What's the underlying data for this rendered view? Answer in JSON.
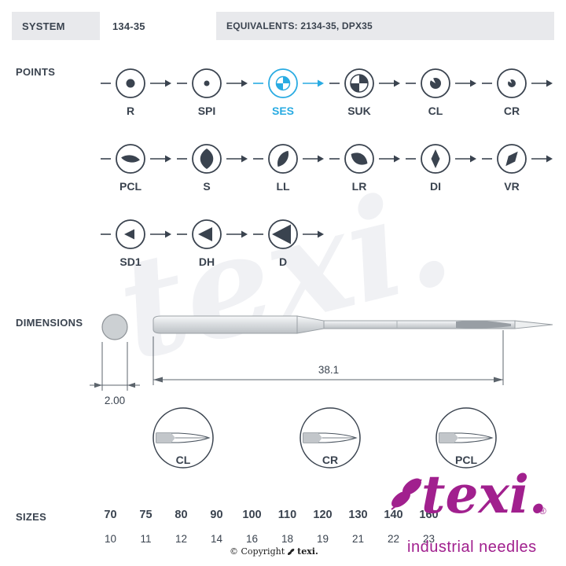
{
  "colors": {
    "accent": "#29abe2",
    "text": "#3a434f",
    "brand": "#a1208e",
    "header_bg": "#e8e9ec"
  },
  "watermark": "texi.",
  "header": {
    "system_label": "SYSTEM",
    "system_value": "134-35",
    "equivalents": "EQUIVALENTS: 2134-35, DPX35"
  },
  "points_section": {
    "title": "POINTS",
    "rows": [
      [
        {
          "label": "R",
          "shape": "dot-medium"
        },
        {
          "label": "SPI",
          "shape": "dot-small"
        },
        {
          "label": "SES",
          "shape": "ball-quartered",
          "highlight": true
        },
        {
          "label": "SUK",
          "shape": "ball-quartered-large"
        },
        {
          "label": "CL",
          "shape": "notched-dot"
        },
        {
          "label": "CR",
          "shape": "notched-dot-small"
        }
      ],
      [
        {
          "label": "PCL",
          "shape": "lens-horizontal"
        },
        {
          "label": "S",
          "shape": "lens-vertical"
        },
        {
          "label": "LL",
          "shape": "lens-tilt-left"
        },
        {
          "label": "LR",
          "shape": "lens-tilt-right"
        },
        {
          "label": "DI",
          "shape": "diamond-vertical"
        },
        {
          "label": "VR",
          "shape": "diamond-tilted"
        }
      ],
      [
        {
          "label": "SD1",
          "shape": "triangle-left-small"
        },
        {
          "label": "DH",
          "shape": "triangle-left-medium"
        },
        {
          "label": "D",
          "shape": "triangle-left-large"
        }
      ]
    ]
  },
  "dimensions_section": {
    "title": "DIMENSIONS",
    "diameter": "2.00",
    "length": "38.1",
    "details": [
      "CL",
      "CR",
      "PCL"
    ]
  },
  "sizes_section": {
    "title": "SIZES",
    "row_metric": [
      "70",
      "75",
      "80",
      "90",
      "100",
      "110",
      "120",
      "130",
      "140",
      "160"
    ],
    "row_singer": [
      "10",
      "11",
      "12",
      "14",
      "16",
      "18",
      "19",
      "21",
      "22",
      "23"
    ]
  },
  "footer": {
    "copyright_prefix": "© Copyright",
    "copyright_brand": "texi.",
    "logo_text": "texi.",
    "logo_registered": "®",
    "logo_subtitle": "industrial needles"
  }
}
